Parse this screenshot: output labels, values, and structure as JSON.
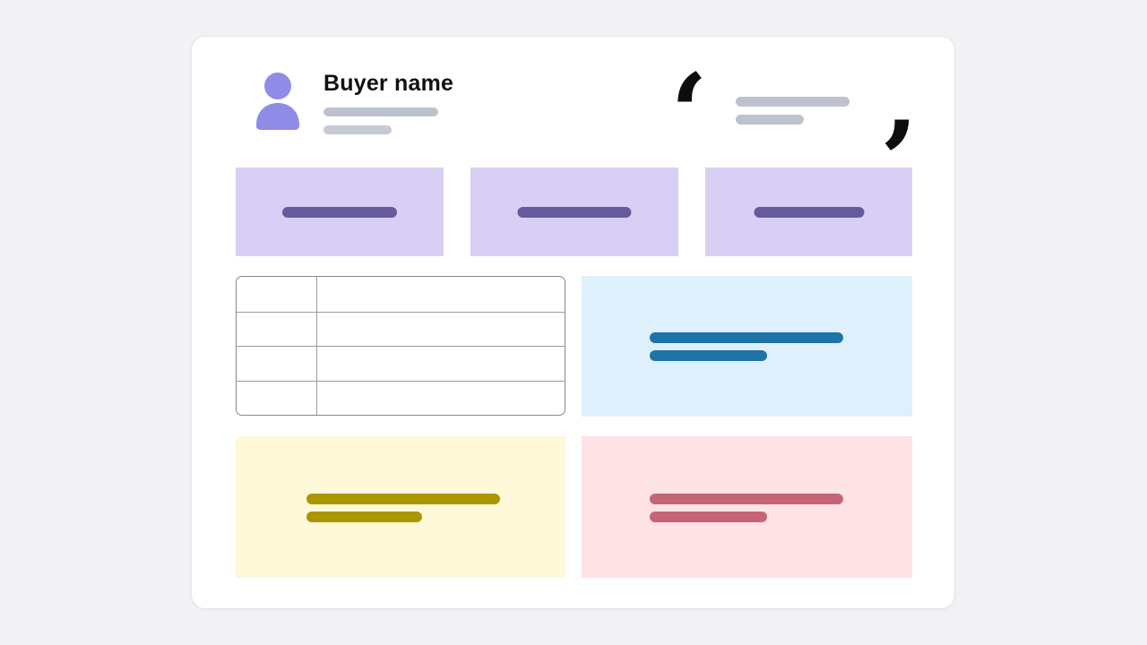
{
  "profile": {
    "name": "Buyer name",
    "avatar_icon": "person-icon",
    "avatar_color": "#8f8ce8",
    "skeleton_lines": 2,
    "skeleton_color": "#bcc3cd"
  },
  "quote": {
    "open_icon": "open-quote-icon",
    "close_icon": "close-quote-icon",
    "open_glyph": "‘",
    "close_glyph": "’",
    "glyph_color": "#0d0d0d",
    "skeleton_lines": 2,
    "skeleton_color": "#bcc3cd"
  },
  "stat_cards": {
    "count": 3,
    "background": "#d9cff4",
    "bar_color": "#655a9c",
    "skeleton_lines_per_card": 1
  },
  "table": {
    "rows": 4,
    "columns": 2,
    "border_color": "#86868c",
    "cells_empty": true
  },
  "panels": [
    {
      "id": "blue",
      "background": "#def0fc",
      "bar_color": "#1e73a7",
      "skeleton_lines": 2
    },
    {
      "id": "yellow",
      "background": "#fdf9d9",
      "bar_color": "#ab9600",
      "skeleton_lines": 2
    },
    {
      "id": "pink",
      "background": "#ffe2e6",
      "bar_color": "#c36577",
      "skeleton_lines": 2
    }
  ],
  "window": {
    "background": "#f2f2f5",
    "card_background": "#ffffff"
  }
}
